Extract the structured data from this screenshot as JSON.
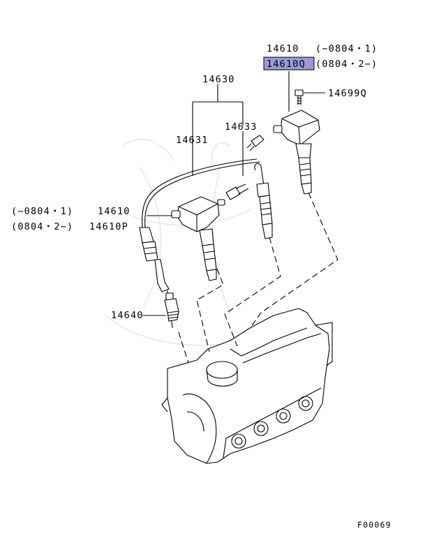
{
  "labels": {
    "coil_right_part": "14610",
    "coil_right_range1": "(−0804・1)",
    "coil_right_part_highlighted": "14610Q",
    "coil_right_range2": "(0804・2−)",
    "bolt": "14699Q",
    "wire_set": "14630",
    "wire_right": "14633",
    "wire_left": "14631",
    "coil_left_range1": "(−0804・1)",
    "coil_left_part": "14610",
    "coil_left_range2": "(0804・2−)",
    "coil_left_part2": "14610P",
    "spark_plug": "14640",
    "figure_id": "F00069"
  },
  "colors": {
    "highlight": "#9a9ad8",
    "ink": "#000000",
    "watermark": "#cfcfcf"
  }
}
